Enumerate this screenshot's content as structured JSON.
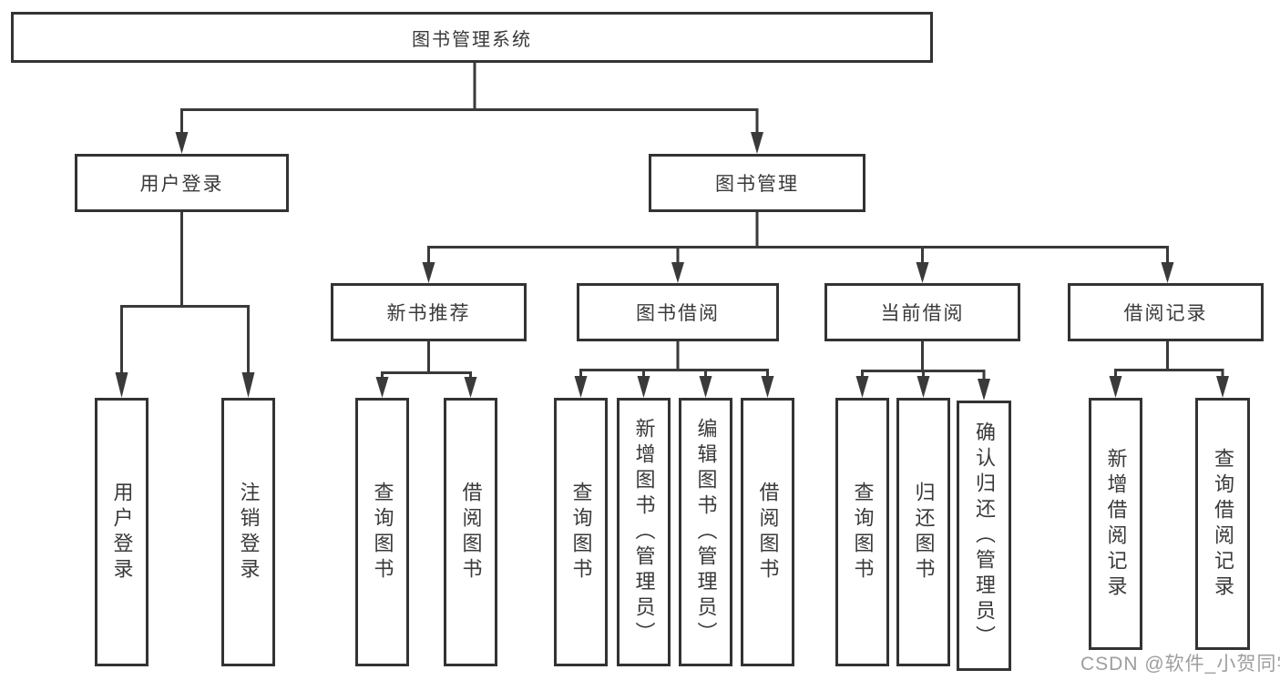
{
  "diagram": {
    "root": {
      "label": "图书管理系统"
    },
    "level2": [
      {
        "label": "用户登录"
      },
      {
        "label": "图书管理"
      }
    ],
    "level3": [
      {
        "label": "新书推荐"
      },
      {
        "label": "图书借阅"
      },
      {
        "label": "当前借阅"
      },
      {
        "label": "借阅记录"
      }
    ],
    "leaves": {
      "user_login": [
        "用户登录",
        "注销登录"
      ],
      "new_books": [
        "查询图书",
        "借阅图书"
      ],
      "book_borrow": [
        "查询图书",
        "新增图书（管理员）",
        "编辑图书（管理员）",
        "借阅图书"
      ],
      "current_borrow": [
        "查询图书",
        "归还图书",
        "确认归还（管理员）"
      ],
      "borrow_records": [
        "新增借阅记录",
        "查询借阅记录"
      ]
    },
    "watermark": "CSDN @软件_小贺同学",
    "colors": {
      "line": "#3a3a3a",
      "border": "#333333",
      "text": "#3a3a3a",
      "watermark": "#9e9e9e"
    }
  }
}
